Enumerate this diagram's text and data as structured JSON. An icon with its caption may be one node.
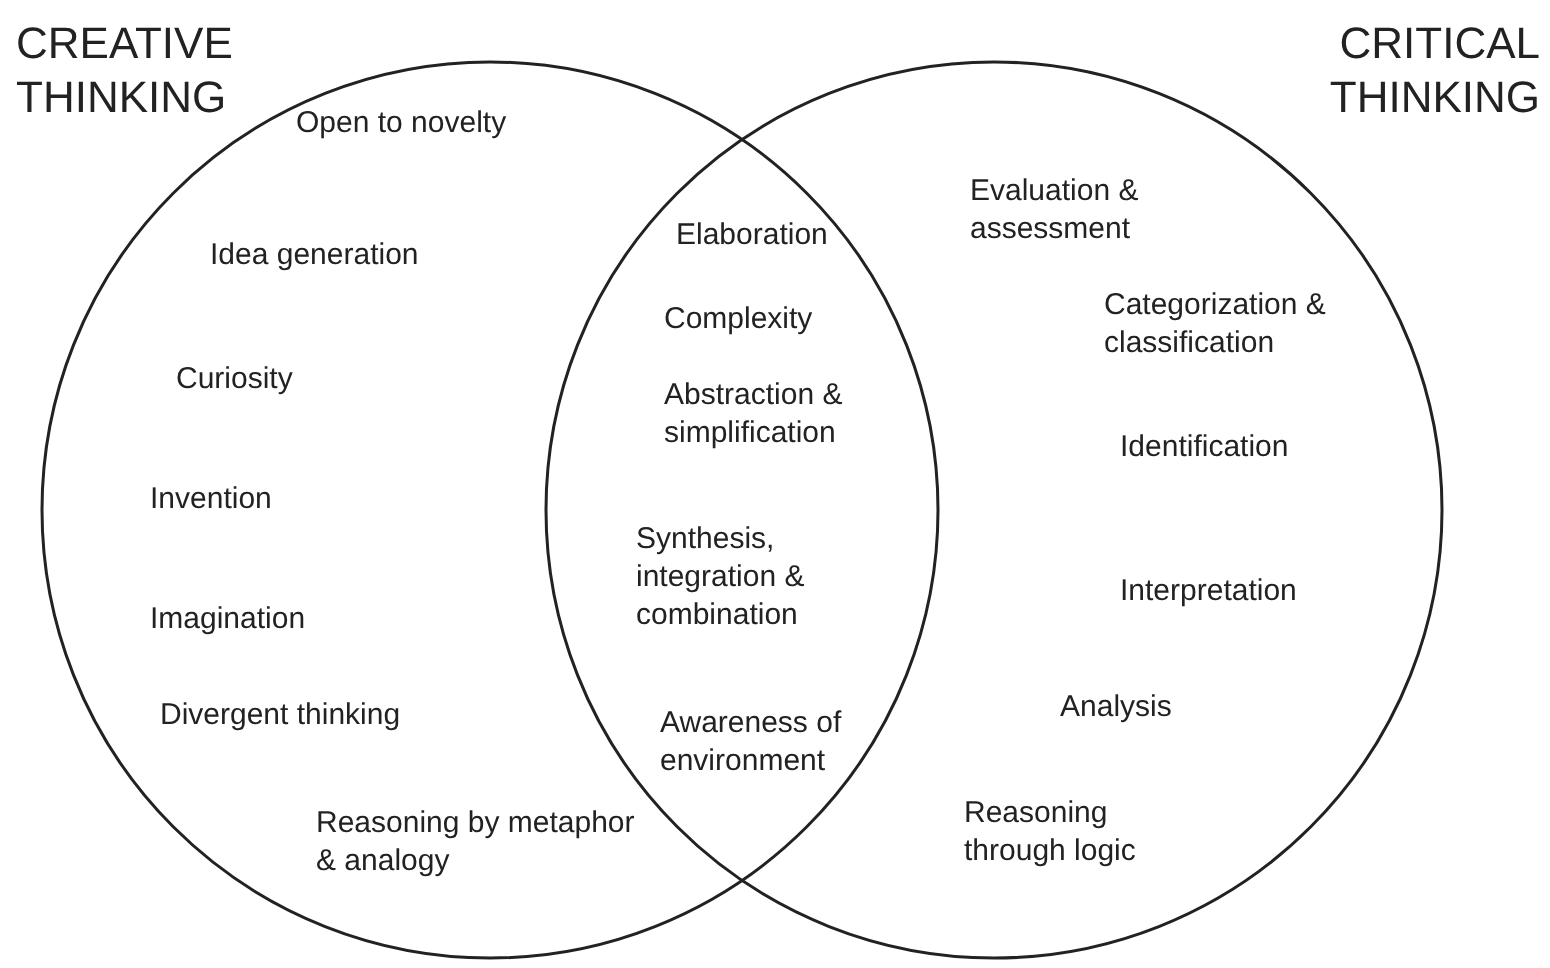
{
  "diagram": {
    "nodes": [
      {
        "text": [
          "CREATIVE THINKING",
          "Open to novelty",
          "Idea generation",
          "Curiosity",
          "Invention",
          "Imagination",
          "Divergent thinking",
          "Reasoning by metaphor & analogy"
        ]
      },
      {
        "text": [
          "CRITICAL THINKING",
          "Evaluation & assessment",
          "Categorization & classification",
          "Identification",
          "Interpretation",
          "Analysis",
          "Reasoning through logic"
        ]
      }
    ],
    "edges": [],
    "labels": [
      "Elaboration",
      "Complexity",
      "Abstraction & simplification",
      "Synthesis, integration & combination",
      "Awareness of environment"
    ]
  }
}
